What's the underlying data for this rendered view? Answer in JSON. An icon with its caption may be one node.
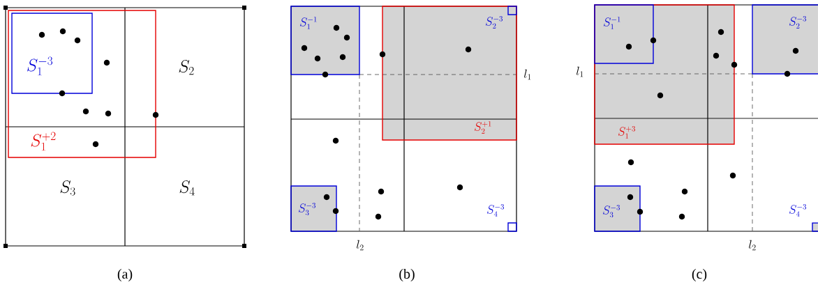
{
  "diagram": {
    "nodes": [
      {
        "text": [
          "S_1^{+2}"
        ]
      },
      {
        "text": [
          "S_1^{-3}"
        ],
        "in": 0
      },
      {
        "text": [
          "S_1^{-1}"
        ]
      },
      {
        "text": [
          "S_2^{+1}"
        ]
      },
      {
        "text": [
          "S_2^{-3}"
        ],
        "in": 3
      },
      {
        "text": [
          "S_3^{-3}"
        ]
      },
      {
        "text": [
          "S_4^{-3}"
        ]
      },
      {
        "text": [
          "S_1^{+3}"
        ]
      },
      {
        "text": [
          "S_1^{-1}"
        ],
        "in": 7
      },
      {
        "text": [
          "S_2^{-3}"
        ]
      },
      {
        "text": [
          "S_3^{-3}"
        ]
      },
      {
        "text": [
          "S_4^{-3}"
        ]
      }
    ],
    "labels": [
      "S_2",
      "S_3",
      "S_4",
      "(a)",
      "l_1",
      "l_2",
      "(b)",
      "l_1",
      "l_2",
      "(c)"
    ]
  }
}
